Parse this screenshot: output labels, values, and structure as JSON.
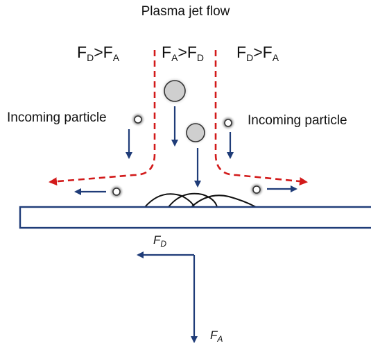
{
  "title": "Plasma jet flow",
  "regions": {
    "left": {
      "main1": "F",
      "sub1": "D",
      "op": ">",
      "main2": "F",
      "sub2": "A"
    },
    "center": {
      "main1": "F",
      "sub1": "A",
      "op": ">",
      "main2": "F",
      "sub2": "D"
    },
    "right": {
      "main1": "F",
      "sub1": "D",
      "op": ">",
      "main2": "F",
      "sub2": "A"
    }
  },
  "particle_labels": {
    "left": "Incoming particle",
    "right": "Incoming particle"
  },
  "force_axes": {
    "drag": {
      "main": "F",
      "sub": "D"
    },
    "axial": {
      "main": "F",
      "sub": "A"
    }
  },
  "colors": {
    "flow_line": "#d21a1a",
    "arrow": "#1f3c78",
    "substrate": "#1f3c78",
    "text": "#111111",
    "particle_fill": "#cfcfcf"
  }
}
